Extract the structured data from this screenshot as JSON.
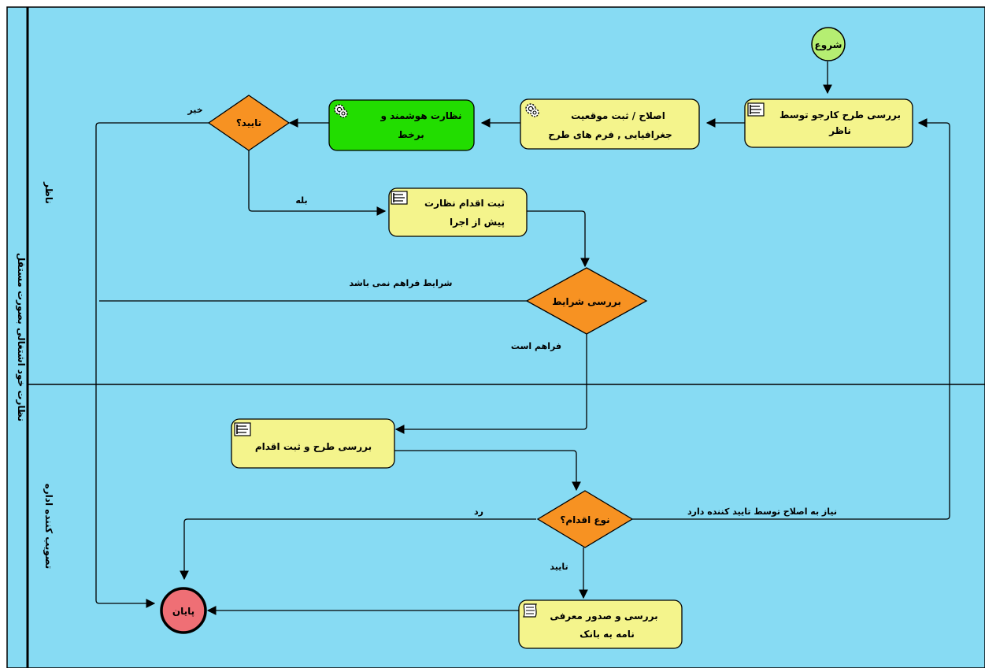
{
  "pool": {
    "title": "نظارت خود اشتغالی بصورت مستقل",
    "lanes": [
      {
        "id": "lane-supervisor",
        "label": "ناظر"
      },
      {
        "id": "lane-approver",
        "label": "تصویب کننده اداره"
      }
    ]
  },
  "events": {
    "start": "شروع",
    "end": "پایان"
  },
  "tasks": {
    "review_plan": {
      "lines": [
        "بررسی طرح کارجو توسط",
        "ناظر"
      ],
      "icon": "manual-task-icon"
    },
    "fix_location": {
      "lines": [
        "اصلاح / ثبت موقعیت",
        "جغرافیایی , فرم های طرح"
      ],
      "icon": "service-task-gear-icon"
    },
    "smart_online": {
      "lines": [
        "نظارت هوشمند و",
        "برخط"
      ],
      "icon": "service-task-gear-icon",
      "color": "#22dd00"
    },
    "pre_exec": {
      "lines": [
        "ثبت اقدام نظارت",
        "پیش از اجرا"
      ],
      "icon": "manual-task-icon"
    },
    "review_action": {
      "lines": [
        "بررسی طرح و ثبت اقدام"
      ],
      "icon": "manual-task-icon"
    },
    "issue_letter": {
      "lines": [
        "بررسی و صدور معرفی",
        "نامه به بانک"
      ],
      "icon": "script-task-icon"
    }
  },
  "gateways": {
    "approved": "تایید؟",
    "conditions": "بررسی شرایط",
    "action_type": "نوع اقدام؟"
  },
  "flow_labels": {
    "no": "خیر",
    "yes": "بله",
    "not_met": "شرایط فراهم نمی باشد",
    "met": "فراهم است",
    "reject": "رد",
    "needs_fix": "نیاز به اصلاح توسط تایید کننده دارد",
    "approve": "تایید"
  },
  "colors": {
    "lane_bg": "#87dbf3",
    "task_fill": "#f4f48c",
    "gateway_fill": "#f79222",
    "start_fill": "#b5ee72",
    "end_fill": "#ef6f75"
  }
}
